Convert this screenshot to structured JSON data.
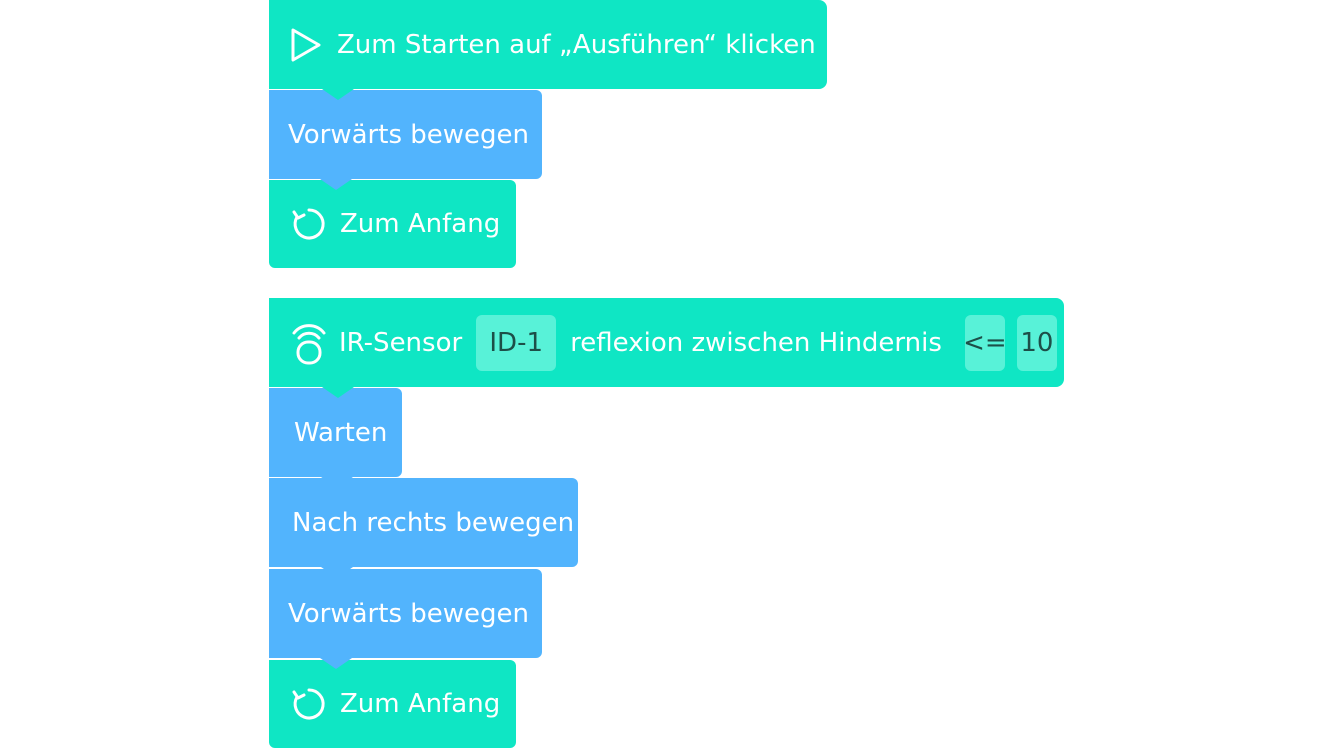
{
  "stack1": {
    "start_block": {
      "label": "Zum Starten auf „Ausführen“ klicken",
      "icon": "play-icon"
    },
    "move_forward_block": {
      "label": "Vorwärts bewegen"
    },
    "loop_block": {
      "label": "Zum Anfang",
      "icon": "loop-icon"
    }
  },
  "stack2": {
    "sensor_block": {
      "icon": "ir-sensor-icon",
      "label_prefix": "IR-Sensor",
      "sensor_id": "ID-1",
      "label_middle": "reflexion zwischen Hindernis",
      "operator": "<=",
      "value": "10"
    },
    "wait_block": {
      "label": "Warten"
    },
    "move_right_block": {
      "label": "Nach rechts bewegen"
    },
    "move_forward_block": {
      "label": "Vorwärts bewegen"
    },
    "loop_block": {
      "label": "Zum Anfang",
      "icon": "loop-icon"
    }
  },
  "colors": {
    "event_block": "#0fe6c4",
    "action_block": "#52b4fd",
    "input_chip": "#58f2d8"
  }
}
